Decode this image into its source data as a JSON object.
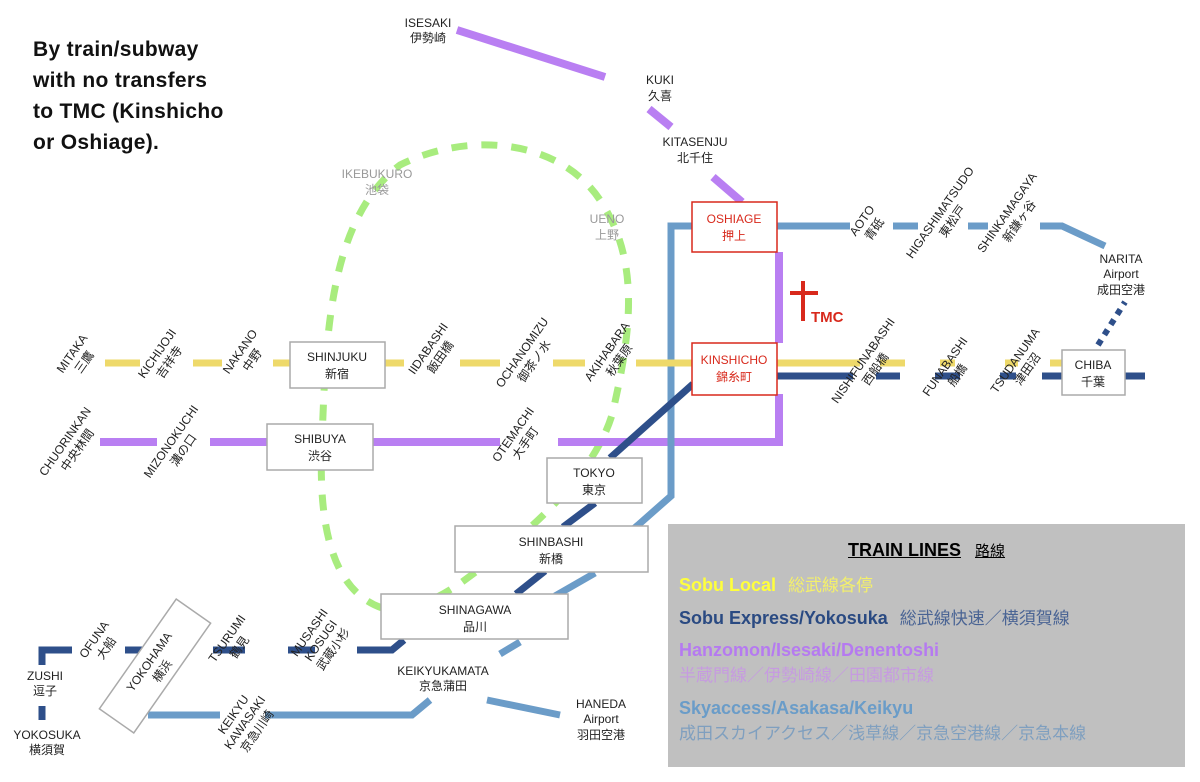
{
  "title_lines": [
    "By train/subway",
    "with no transfers",
    "to TMC (Kinshicho",
    "or Oshiage)."
  ],
  "tmc_label": "TMC",
  "colors": {
    "sobu_local": "#eed96a",
    "sobu_express": "#2e4f8a",
    "hanzomon": "#b97ff2",
    "skyaccess": "#6b9cc8",
    "yamanote": "#a8ec7e",
    "highlight": "#d8291c",
    "legend_bg": "#c0c0c0"
  },
  "stations": {
    "isesaki": {
      "en": "ISESAKI",
      "ja": "伊勢崎"
    },
    "kuki": {
      "en": "KUKI",
      "ja": "久喜"
    },
    "kitasenju": {
      "en": "KITASENJU",
      "ja": "北千住"
    },
    "ikebukuro": {
      "en": "IKEBUKURO",
      "ja": "池袋"
    },
    "ueno": {
      "en": "UENO",
      "ja": "上野"
    },
    "oshiage": {
      "en": "OSHIAGE",
      "ja": "押上"
    },
    "kinshicho": {
      "en": "KINSHICHO",
      "ja": "錦糸町"
    },
    "aoto": {
      "en": "AOTO",
      "ja": "青砥"
    },
    "higashimatsudo": {
      "en": "HIGASHIMATSUDO",
      "ja": "東松戸"
    },
    "shinkamagaya": {
      "en": "SHINKAMAGAYA",
      "ja": "新鎌ヶ谷"
    },
    "narita": {
      "en": "NARITA",
      "en2": "Airport",
      "ja": "成田空港"
    },
    "mitaka": {
      "en": "MITAKA",
      "ja": "三鷹"
    },
    "kichijoji": {
      "en": "KICHIJOJI",
      "ja": "吉祥寺"
    },
    "nakano": {
      "en": "NAKANO",
      "ja": "中野"
    },
    "shinjuku": {
      "en": "SHINJUKU",
      "ja": "新宿"
    },
    "iidabashi": {
      "en": "IIDABASHI",
      "ja": "飯田橋"
    },
    "ochanomizu": {
      "en": "OCHANOMIZU",
      "ja": "御茶ノ水"
    },
    "akihabara": {
      "en": "AKIHABARA",
      "ja": "秋葉原"
    },
    "nishifunabashi": {
      "en": "NISHIFUNABASHI",
      "ja": "西船橋"
    },
    "funabashi": {
      "en": "FUNABASHI",
      "ja": "船橋"
    },
    "tsudanuma": {
      "en": "TSUDANUMA",
      "ja": "津田沼"
    },
    "chiba": {
      "en": "CHIBA",
      "ja": "千葉"
    },
    "chuorinkan": {
      "en": "CHUORINKAN",
      "ja": "中央林間"
    },
    "mizonokuchi": {
      "en": "MIZONOKUCHI",
      "ja": "溝の口"
    },
    "shibuya": {
      "en": "SHIBUYA",
      "ja": "渋谷"
    },
    "otemachi": {
      "en": "OTEMACHI",
      "ja": "大手町"
    },
    "tokyo": {
      "en": "TOKYO",
      "ja": "東京"
    },
    "shinbashi": {
      "en": "SHINBASHI",
      "ja": "新橋"
    },
    "shinagawa": {
      "en": "SHINAGAWA",
      "ja": "品川"
    },
    "ofuna": {
      "en": "OFUNA",
      "ja": "大船"
    },
    "yokohama": {
      "en": "YOKOHAMA",
      "ja": "横浜"
    },
    "tsurumi": {
      "en": "TSURUMI",
      "ja": "鶴見"
    },
    "musashikosugi": {
      "en": "MUSASHI",
      "en2": "KOSUGI",
      "ja": "武蔵小杉"
    },
    "zushi": {
      "en": "ZUSHI",
      "ja": "逗子"
    },
    "yokosuka": {
      "en": "YOKOSUKA",
      "ja": "横須賀"
    },
    "keikyukawasaki": {
      "en": "KEIKYU",
      "en2": "KAWASAKI",
      "ja": "京急川崎"
    },
    "keikyukamata": {
      "en": "KEIKYUKAMATA",
      "ja": "京急蒲田"
    },
    "haneda": {
      "en": "HANEDA",
      "en2": "Airport",
      "ja": "羽田空港"
    }
  },
  "legend": {
    "title": "TRAIN LINES",
    "title_ja": "路線",
    "items": [
      {
        "en": "Sobu Local",
        "ja": "総武線各停",
        "color": "#ffff3c",
        "ja_color": "#f4f06a"
      },
      {
        "en": "Sobu Express/Yokosuka",
        "ja": "総武線快速／横須賀線",
        "color": "#2a4a82",
        "ja_color": "#4a6494"
      },
      {
        "en": "Hanzomon/Isesaki/Denentoshi",
        "ja": "半蔵門線／伊勢崎線／田園都市線",
        "color": "#b57af0",
        "ja_color": "#c69be0"
      },
      {
        "en": "Skyaccess/Asakasa/Keikyu",
        "ja": "成田スカイアクセス／浅草線／京急空港線／京急本線",
        "color": "#6a9cc8",
        "ja_color": "#7f9fbf"
      }
    ]
  }
}
